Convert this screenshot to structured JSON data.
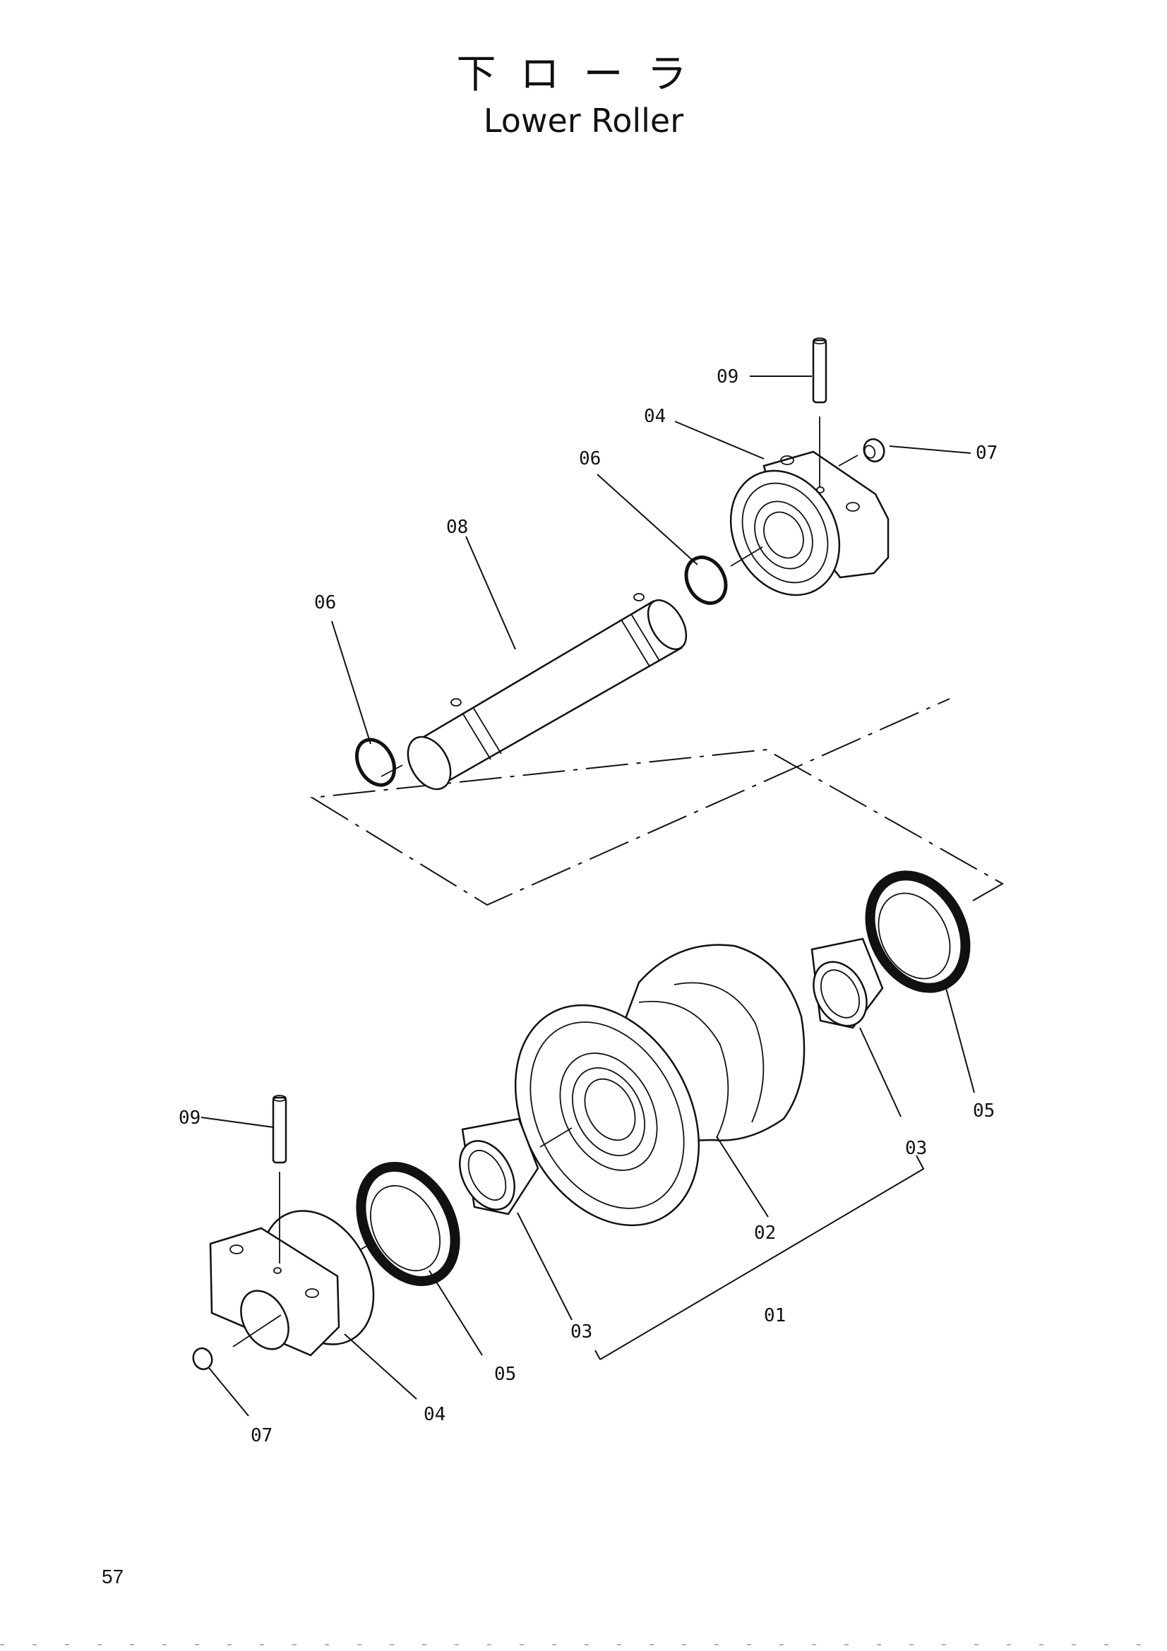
{
  "title_jp": "下ローラ",
  "title_en": "Lower Roller",
  "page_number": "57",
  "parts": [
    {
      "id": "p09a",
      "label": "09"
    },
    {
      "id": "p04a",
      "label": "04"
    },
    {
      "id": "p07a",
      "label": "07"
    },
    {
      "id": "p06a",
      "label": "06"
    },
    {
      "id": "p08",
      "label": "08"
    },
    {
      "id": "p06b",
      "label": "06"
    },
    {
      "id": "p05a",
      "label": "05"
    },
    {
      "id": "p03a",
      "label": "03"
    },
    {
      "id": "p09b",
      "label": "09"
    },
    {
      "id": "p02",
      "label": "02"
    },
    {
      "id": "p01",
      "label": "01"
    },
    {
      "id": "p03b",
      "label": "03"
    },
    {
      "id": "p05b",
      "label": "05"
    },
    {
      "id": "p04b",
      "label": "04"
    },
    {
      "id": "p07b",
      "label": "07"
    }
  ]
}
